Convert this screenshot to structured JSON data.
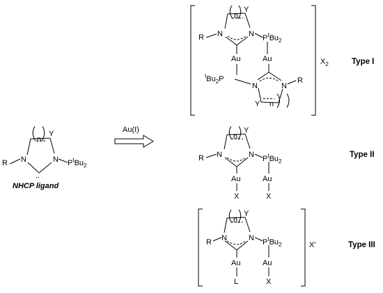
{
  "ligand": {
    "n_label": "n",
    "y_label": "Y",
    "nitrogen": "N",
    "r_group": "R",
    "p_prefix": "P",
    "t_sup": "t",
    "bu2": "Bu",
    "sub2": "2",
    "lone_pair": "..",
    "name": "NHCP ligand"
  },
  "reaction": {
    "reagent": "Au(I)"
  },
  "type1": {
    "label": "Type I",
    "counterion": "X",
    "counterion_sub": "2",
    "au": "Au"
  },
  "type2": {
    "label": "Type II",
    "au": "Au",
    "x": "X"
  },
  "type3": {
    "label": "Type III",
    "au": "Au",
    "l": "L",
    "x": "X",
    "counterion": "X'"
  }
}
